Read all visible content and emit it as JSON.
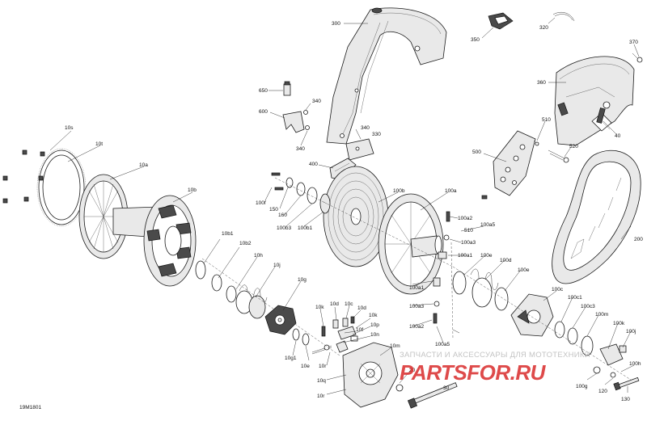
{
  "diagram": {
    "reference_code": "19M1801",
    "labels": {
      "l300": "300",
      "l350": "350",
      "l320": "320",
      "l370": "370",
      "l360": "360",
      "l650": "650",
      "l340a": "340",
      "l600": "600",
      "l340b": "340",
      "l340c": "340",
      "l330": "330",
      "l510": "510",
      "l40": "40",
      "l520": "520",
      "l500": "500",
      "l10s": "10s",
      "l10t": "10t",
      "l10a": "10a",
      "l10b": "10b",
      "l400": "400",
      "l100b": "100b",
      "l150": "150",
      "l160": "160",
      "l100f": "100f",
      "l100b3": "100b3",
      "l100b1": "100b1",
      "l100a": "100a",
      "l100a2": "100a2",
      "l100a5": "100a5",
      "l100a3": "100a3",
      "l510b": "510",
      "l100a1": "100a1",
      "l100e": "100e",
      "l100d": "100d",
      "l100e2": "100e",
      "l100a1b": "100a1",
      "l100a3b": "100a3",
      "l100a2b": "100a2",
      "l100a5b": "100a5",
      "l200": "200",
      "l10b1": "10b1",
      "l10b2": "10b2",
      "l10h": "10h",
      "l10j": "10j",
      "l10g": "10g",
      "l10k": "10k",
      "l10d": "10d",
      "l10c": "10c",
      "l10d2": "10d",
      "l10k2": "10k",
      "l10p": "10p",
      "l10n": "10n",
      "l10f": "10f",
      "l10m": "10m",
      "l10r": "10r",
      "l10e": "10e",
      "l10g1": "10g1",
      "l20": "20",
      "l10q": "10q",
      "l10r2": "10r",
      "l30": "30",
      "l100c": "100c",
      "l100c1": "100c1",
      "l100c3": "100c3",
      "l100m": "100m",
      "l100k": "100k",
      "l100j": "100j",
      "l100g": "100g",
      "l100h": "100h",
      "l120": "120",
      "l130": "130"
    }
  },
  "watermark": {
    "caption": "ЗАПЧАСТИ И АКСЕССУАРЫ ДЛЯ МОТОТЕХНИКИ",
    "brand": "PARTSFOR.RU",
    "brand_color": "#d92b2b"
  }
}
